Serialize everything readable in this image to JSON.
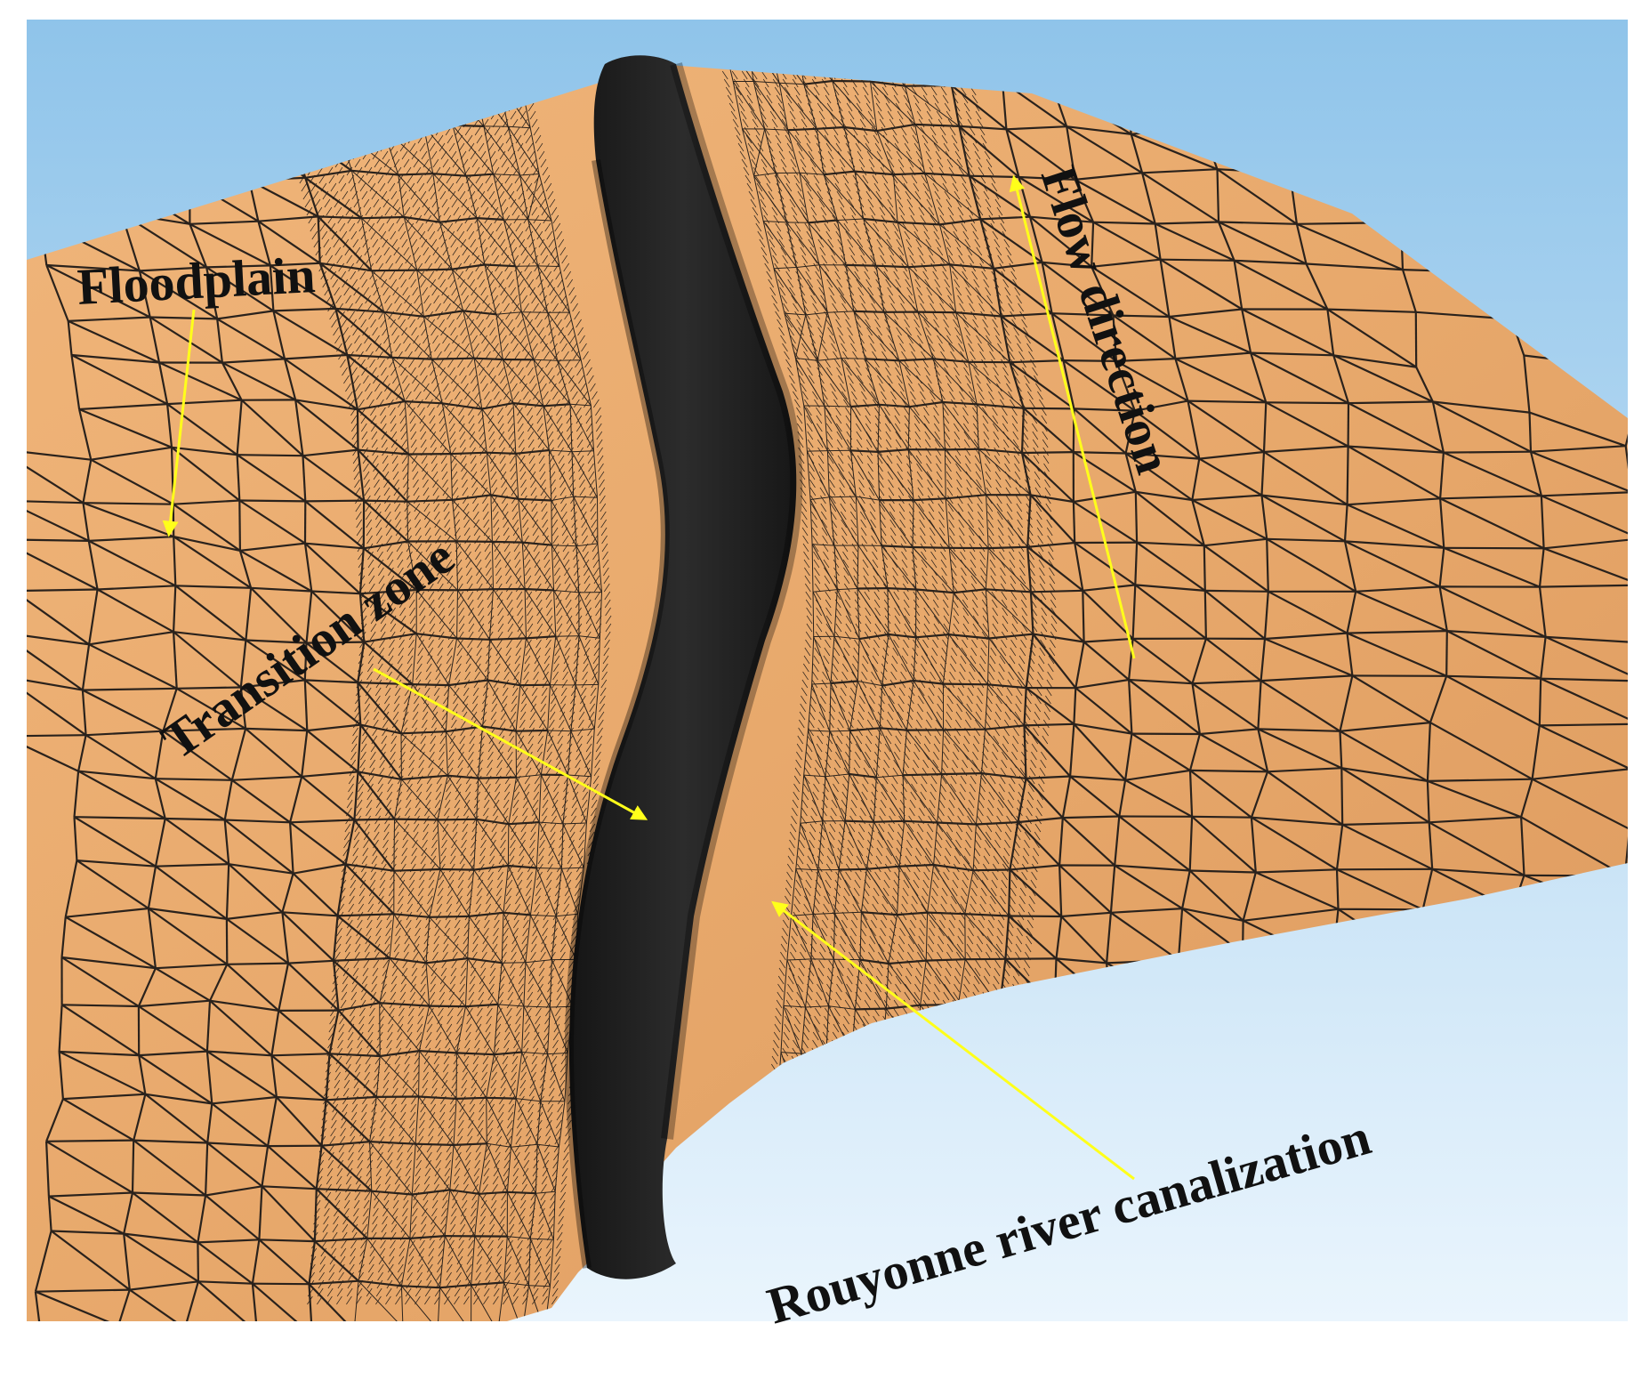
{
  "figure": {
    "labels": {
      "floodplain": "Floodplain",
      "transition_zone": "Transition zone",
      "flow_direction": "Flow direction",
      "river": "Rouyonne river canalization"
    },
    "colors": {
      "sky_top": "#8fc4ea",
      "sky_bottom": "#eaf5fd",
      "terrain": "#e8a96c",
      "terrain_shade": "#d9935a",
      "mesh": "#2a221c",
      "channel": "#1e1e1e",
      "arrow": "#ffff1a"
    }
  }
}
